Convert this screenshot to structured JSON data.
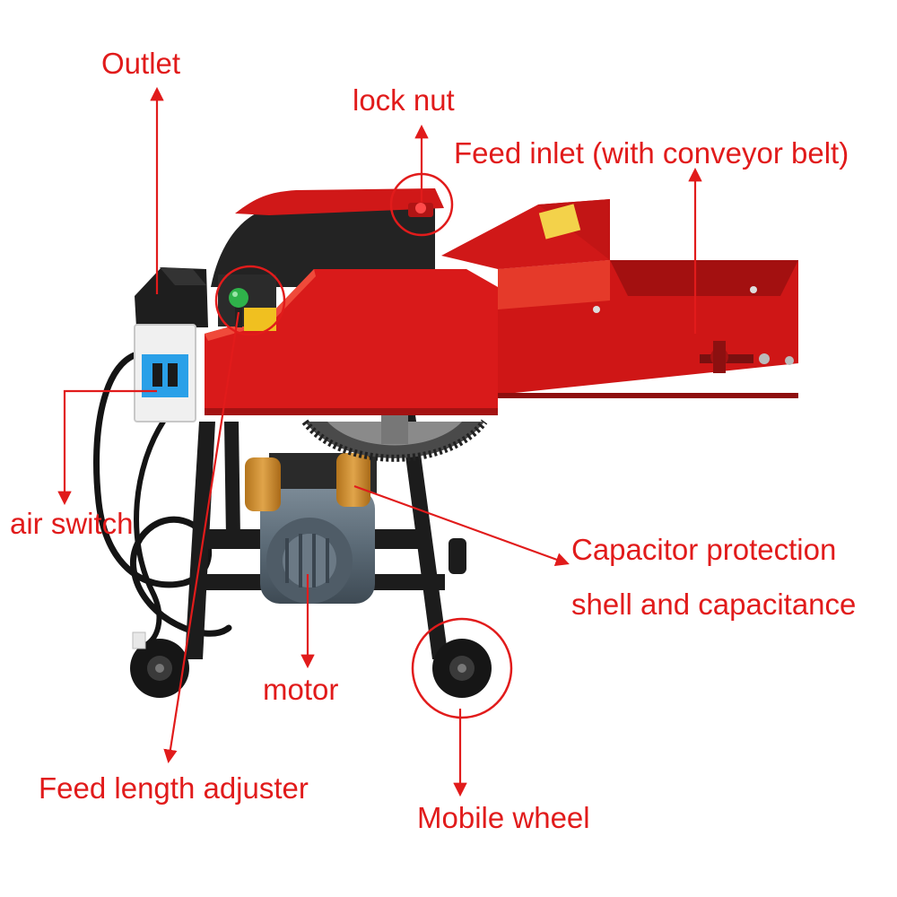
{
  "colors": {
    "label": "#e11b1b",
    "machine_red": "#d91a1a",
    "frame_black": "#1c1c1c",
    "motor_gray": "#5b6a76",
    "capacitor_orange": "#c98a2a",
    "switch_blue": "#2aa0e8"
  },
  "labels": {
    "outlet": "Outlet",
    "lock_nut": "lock nut",
    "feed_inlet": "Feed inlet (with conveyor belt)",
    "air_switch": "air switch",
    "capacitor_line1": "Capacitor protection",
    "capacitor_line2": "shell and capacitance",
    "motor": "motor",
    "feed_length_adjuster": "Feed length adjuster",
    "mobile_wheel": "Mobile wheel"
  }
}
